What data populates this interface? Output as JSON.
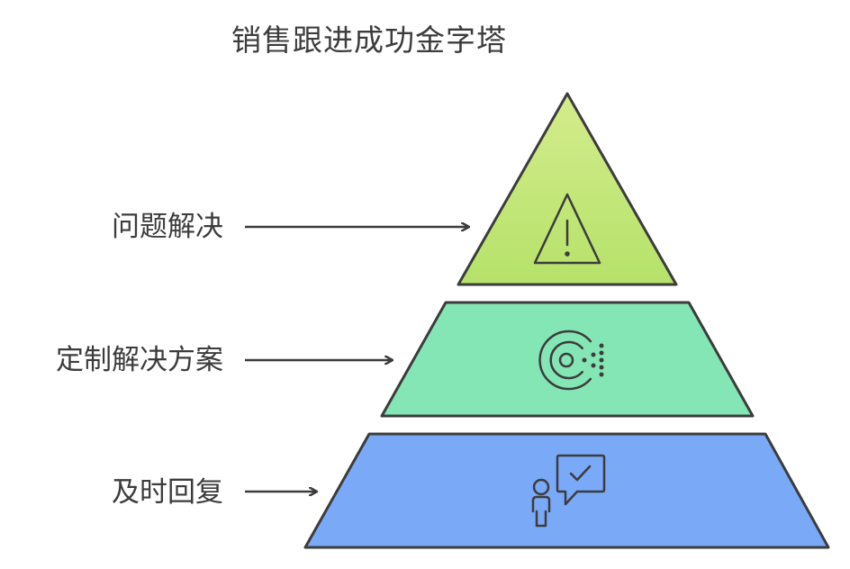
{
  "title": "销售跟进成功金字塔",
  "colors": {
    "outline": "#3c3c3c",
    "tier_top_gradient_start": "#d4ec8c",
    "tier_top_gradient_end": "#b5e26a",
    "tier_middle": "#84e6b4",
    "tier_bottom": "#7aa9f8",
    "text": "#3c3c3c"
  },
  "tiers": [
    {
      "label": "问题解决",
      "icon": "warning-icon"
    },
    {
      "label": "定制解决方案",
      "icon": "customization-icon"
    },
    {
      "label": "及时回复",
      "icon": "person-chat-check-icon"
    }
  ]
}
